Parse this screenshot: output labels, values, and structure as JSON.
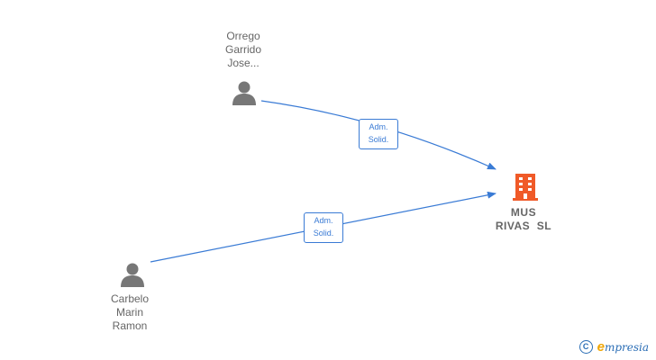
{
  "nodes": {
    "person_top": {
      "name_lines": [
        "Orrego",
        "Garrido",
        "Jose..."
      ],
      "icon": "person-icon"
    },
    "person_bottom": {
      "name_lines": [
        "Carbelo",
        "Marin",
        "Ramon"
      ],
      "icon": "person-icon"
    },
    "company": {
      "name_lines": [
        "MUS",
        "RIVAS  SL"
      ],
      "icon": "building-icon"
    }
  },
  "edges": [
    {
      "from": "person_top",
      "to": "company",
      "label_lines": [
        "Adm.",
        "Solid."
      ]
    },
    {
      "from": "person_bottom",
      "to": "company",
      "label_lines": [
        "Adm.",
        "Solid."
      ]
    }
  ],
  "colors": {
    "edge": "#3a7bd5",
    "person": "#777777",
    "company": "#f05a28",
    "label_text": "#666666"
  },
  "watermark": {
    "copyright_symbol": "C",
    "brand_initial": "e",
    "brand_rest": "mpresia"
  }
}
